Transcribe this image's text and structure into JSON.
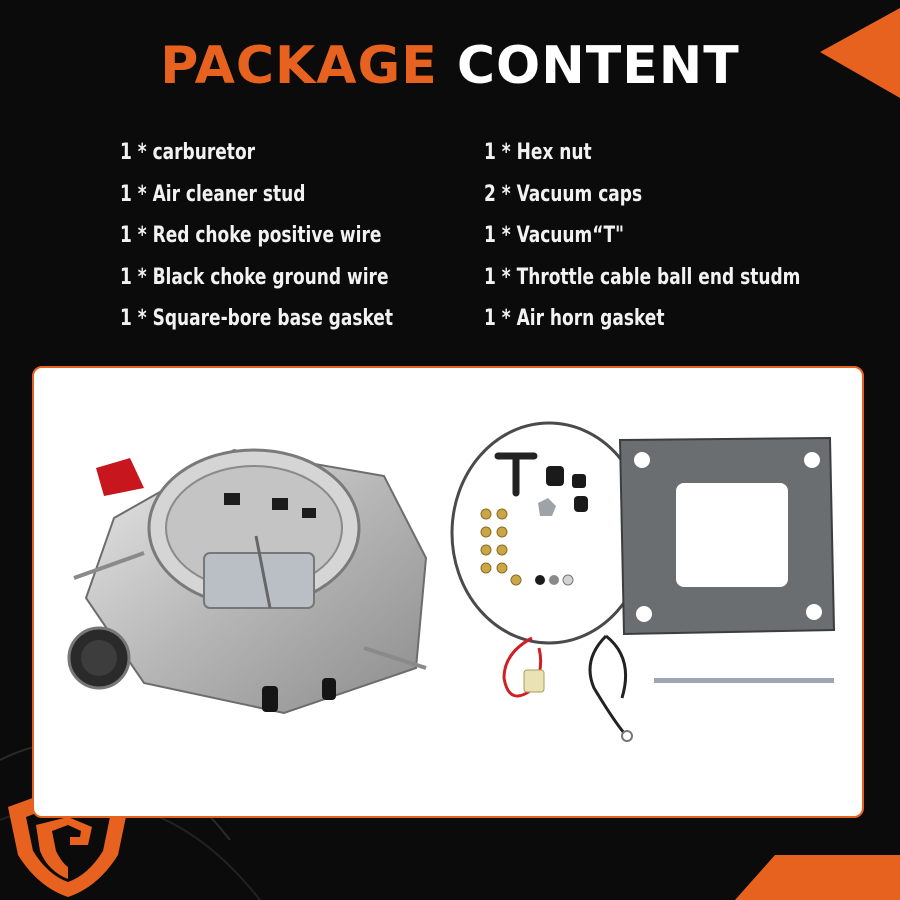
{
  "header": {
    "title_part1": "PACKAGE",
    "title_part2": "CONTENT"
  },
  "contents": {
    "left": [
      "1 * carburetor",
      "1 * Air cleaner stud",
      "1 * Red choke positive wire",
      "1 * Black choke ground wire",
      "1 * Square-bore base gasket"
    ],
    "right": [
      "1 * Hex nut",
      "2 * Vacuum caps",
      "1 * Vacuum“T\"",
      "1 * Throttle cable ball end studm",
      "1 * Air horn gasket"
    ]
  },
  "colors": {
    "accent": "#e8621f",
    "background": "#0b0b0b",
    "text": "#ffffff"
  },
  "icons": {
    "brand_logo": "shield-g-logo",
    "corner_deco": "orange-triangle"
  }
}
